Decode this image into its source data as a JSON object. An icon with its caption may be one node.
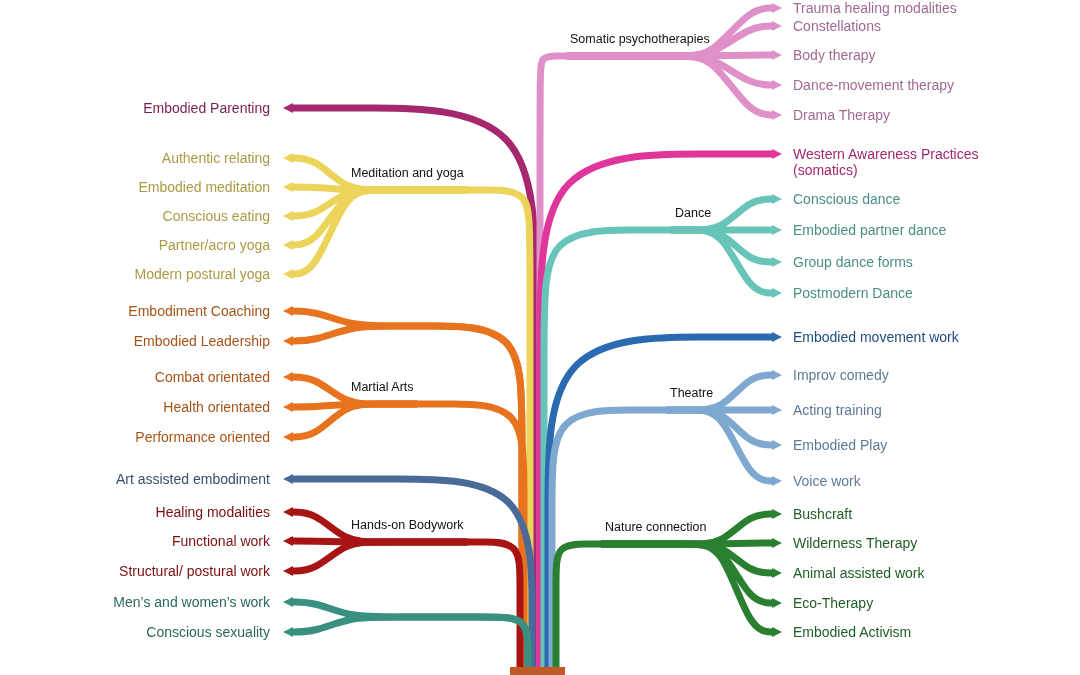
{
  "diagram": {
    "nodes": [
      {
        "text": [],
        "shape": "bar"
      },
      {
        "text": [
          "Embodied Parenting"
        ]
      },
      {
        "text": [
          "Meditation and yoga"
        ]
      },
      {
        "text": [
          "Authentic relating"
        ]
      },
      {
        "text": [
          "Embodied meditation"
        ]
      },
      {
        "text": [
          "Conscious eating"
        ]
      },
      {
        "text": [
          "Partner/acro yoga"
        ]
      },
      {
        "text": [
          "Modern postural yoga"
        ]
      },
      {
        "text": [
          "Embodiment Coaching"
        ]
      },
      {
        "text": [
          "Embodied Leadership"
        ]
      },
      {
        "text": [
          "Martial Arts"
        ]
      },
      {
        "text": [
          "Combat orientated"
        ]
      },
      {
        "text": [
          "Health orientated"
        ]
      },
      {
        "text": [
          "Performance oriented"
        ]
      },
      {
        "text": [
          "Art assisted embodiment"
        ]
      },
      {
        "text": [
          "Hands-on Bodywork"
        ]
      },
      {
        "text": [
          "Healing modalities"
        ]
      },
      {
        "text": [
          "Functional work"
        ]
      },
      {
        "text": [
          "Structural/ postural work"
        ]
      },
      {
        "text": [
          "Men’s and women’s work"
        ]
      },
      {
        "text": [
          "Conscious sexuality"
        ]
      },
      {
        "text": [
          "Somatic psychotherapies"
        ]
      },
      {
        "text": [
          "Trauma healing modalities"
        ]
      },
      {
        "text": [
          "Constellations"
        ]
      },
      {
        "text": [
          "Body therapy"
        ]
      },
      {
        "text": [
          "Dance-movement therapy"
        ]
      },
      {
        "text": [
          "Drama Therapy"
        ]
      },
      {
        "text": [
          "Western Awareness Practices (somatics)"
        ]
      },
      {
        "text": [
          "Dance"
        ]
      },
      {
        "text": [
          "Conscious dance"
        ]
      },
      {
        "text": [
          "Embodied partner dance"
        ]
      },
      {
        "text": [
          "Group dance forms"
        ]
      },
      {
        "text": [
          "Postmodern Dance"
        ]
      },
      {
        "text": [
          "Embodied movement work"
        ]
      },
      {
        "text": [
          "Theatre"
        ]
      },
      {
        "text": [
          "Improv comedy"
        ]
      },
      {
        "text": [
          "Acting training"
        ]
      },
      {
        "text": [
          "Embodied Play"
        ]
      },
      {
        "text": [
          "Voice work"
        ]
      },
      {
        "text": [
          "Nature connection"
        ]
      },
      {
        "text": [
          "Bushcraft"
        ]
      },
      {
        "text": [
          "Wilderness Therapy"
        ]
      },
      {
        "text": [
          "Animal assisted work"
        ]
      },
      {
        "text": [
          "Eco-Therapy"
        ]
      },
      {
        "text": [
          "Embodied Activism"
        ]
      }
    ],
    "edges": [
      {
        "from": 0,
        "to": 1,
        "arrow": "to",
        "color": "#a5286f"
      },
      {
        "from": 0,
        "to": 2,
        "arrow": "none",
        "color": "#ecd35a"
      },
      {
        "from": 2,
        "to": 3,
        "arrow": "to",
        "color": "#ecd35a"
      },
      {
        "from": 2,
        "to": 4,
        "arrow": "to",
        "color": "#ecd35a"
      },
      {
        "from": 2,
        "to": 5,
        "arrow": "to",
        "color": "#ecd35a"
      },
      {
        "from": 2,
        "to": 6,
        "arrow": "to",
        "color": "#ecd35a"
      },
      {
        "from": 2,
        "to": 7,
        "arrow": "to",
        "color": "#ecd35a"
      },
      {
        "from": 0,
        "to": 8,
        "arrow": "to",
        "color": "#e8731e"
      },
      {
        "from": 0,
        "to": 9,
        "arrow": "to",
        "color": "#e8731e"
      },
      {
        "from": 0,
        "to": 10,
        "arrow": "none",
        "color": "#e8731e"
      },
      {
        "from": 10,
        "to": 11,
        "arrow": "to",
        "color": "#e8731e"
      },
      {
        "from": 10,
        "to": 12,
        "arrow": "to",
        "color": "#e8731e"
      },
      {
        "from": 10,
        "to": 13,
        "arrow": "to",
        "color": "#e8731e"
      },
      {
        "from": 0,
        "to": 14,
        "arrow": "to",
        "color": "#4a6a9a"
      },
      {
        "from": 0,
        "to": 15,
        "arrow": "none",
        "color": "#a81414"
      },
      {
        "from": 15,
        "to": 16,
        "arrow": "to",
        "color": "#a81414"
      },
      {
        "from": 15,
        "to": 17,
        "arrow": "to",
        "color": "#a81414"
      },
      {
        "from": 15,
        "to": 18,
        "arrow": "to",
        "color": "#a81414"
      },
      {
        "from": 0,
        "to": 19,
        "arrow": "to",
        "color": "#3a9080"
      },
      {
        "from": 0,
        "to": 20,
        "arrow": "to",
        "color": "#3a9080"
      },
      {
        "from": 0,
        "to": 21,
        "arrow": "none",
        "color": "#e090c8"
      },
      {
        "from": 21,
        "to": 22,
        "arrow": "to",
        "color": "#e090c8"
      },
      {
        "from": 21,
        "to": 23,
        "arrow": "to",
        "color": "#e090c8"
      },
      {
        "from": 21,
        "to": 24,
        "arrow": "to",
        "color": "#e090c8"
      },
      {
        "from": 21,
        "to": 25,
        "arrow": "to",
        "color": "#e090c8"
      },
      {
        "from": 21,
        "to": 26,
        "arrow": "to",
        "color": "#e090c8"
      },
      {
        "from": 0,
        "to": 27,
        "arrow": "to",
        "color": "#e0359a"
      },
      {
        "from": 0,
        "to": 28,
        "arrow": "none",
        "color": "#66c4b8"
      },
      {
        "from": 28,
        "to": 29,
        "arrow": "to",
        "color": "#66c4b8"
      },
      {
        "from": 28,
        "to": 30,
        "arrow": "to",
        "color": "#66c4b8"
      },
      {
        "from": 28,
        "to": 31,
        "arrow": "to",
        "color": "#66c4b8"
      },
      {
        "from": 28,
        "to": 32,
        "arrow": "to",
        "color": "#66c4b8"
      },
      {
        "from": 0,
        "to": 33,
        "arrow": "to",
        "color": "#2a6ab0"
      },
      {
        "from": 0,
        "to": 34,
        "arrow": "none",
        "color": "#7fa8d0"
      },
      {
        "from": 34,
        "to": 35,
        "arrow": "to",
        "color": "#7fa8d0"
      },
      {
        "from": 34,
        "to": 36,
        "arrow": "to",
        "color": "#7fa8d0"
      },
      {
        "from": 34,
        "to": 37,
        "arrow": "to",
        "color": "#7fa8d0"
      },
      {
        "from": 34,
        "to": 38,
        "arrow": "to",
        "color": "#7fa8d0"
      },
      {
        "from": 0,
        "to": 39,
        "arrow": "none",
        "color": "#2a8030"
      },
      {
        "from": 39,
        "to": 40,
        "arrow": "to",
        "color": "#2a8030"
      },
      {
        "from": 39,
        "to": 41,
        "arrow": "to",
        "color": "#2a8030"
      },
      {
        "from": 39,
        "to": 42,
        "arrow": "to",
        "color": "#2a8030"
      },
      {
        "from": 39,
        "to": 43,
        "arrow": "to",
        "color": "#2a8030"
      },
      {
        "from": 39,
        "to": 44,
        "arrow": "to",
        "color": "#2a8030"
      }
    ]
  }
}
